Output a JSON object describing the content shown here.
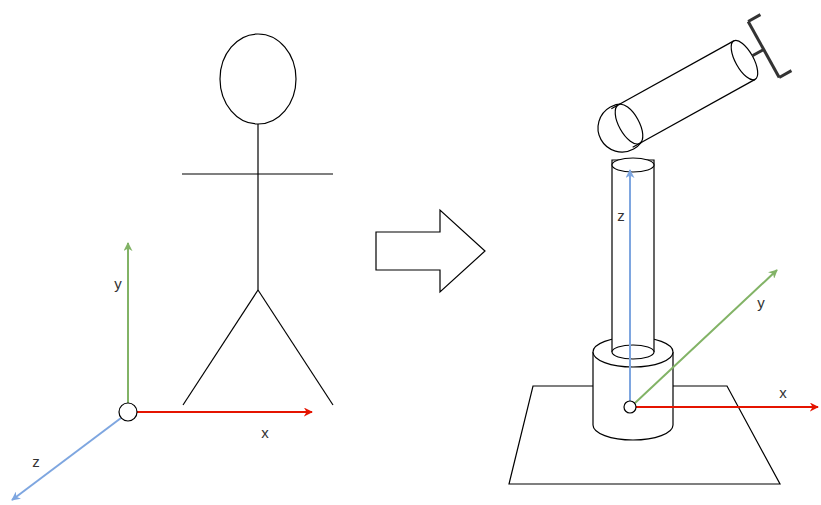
{
  "diagram": {
    "labels": [
      "y",
      "x",
      "z",
      "z",
      "y",
      "x"
    ]
  }
}
